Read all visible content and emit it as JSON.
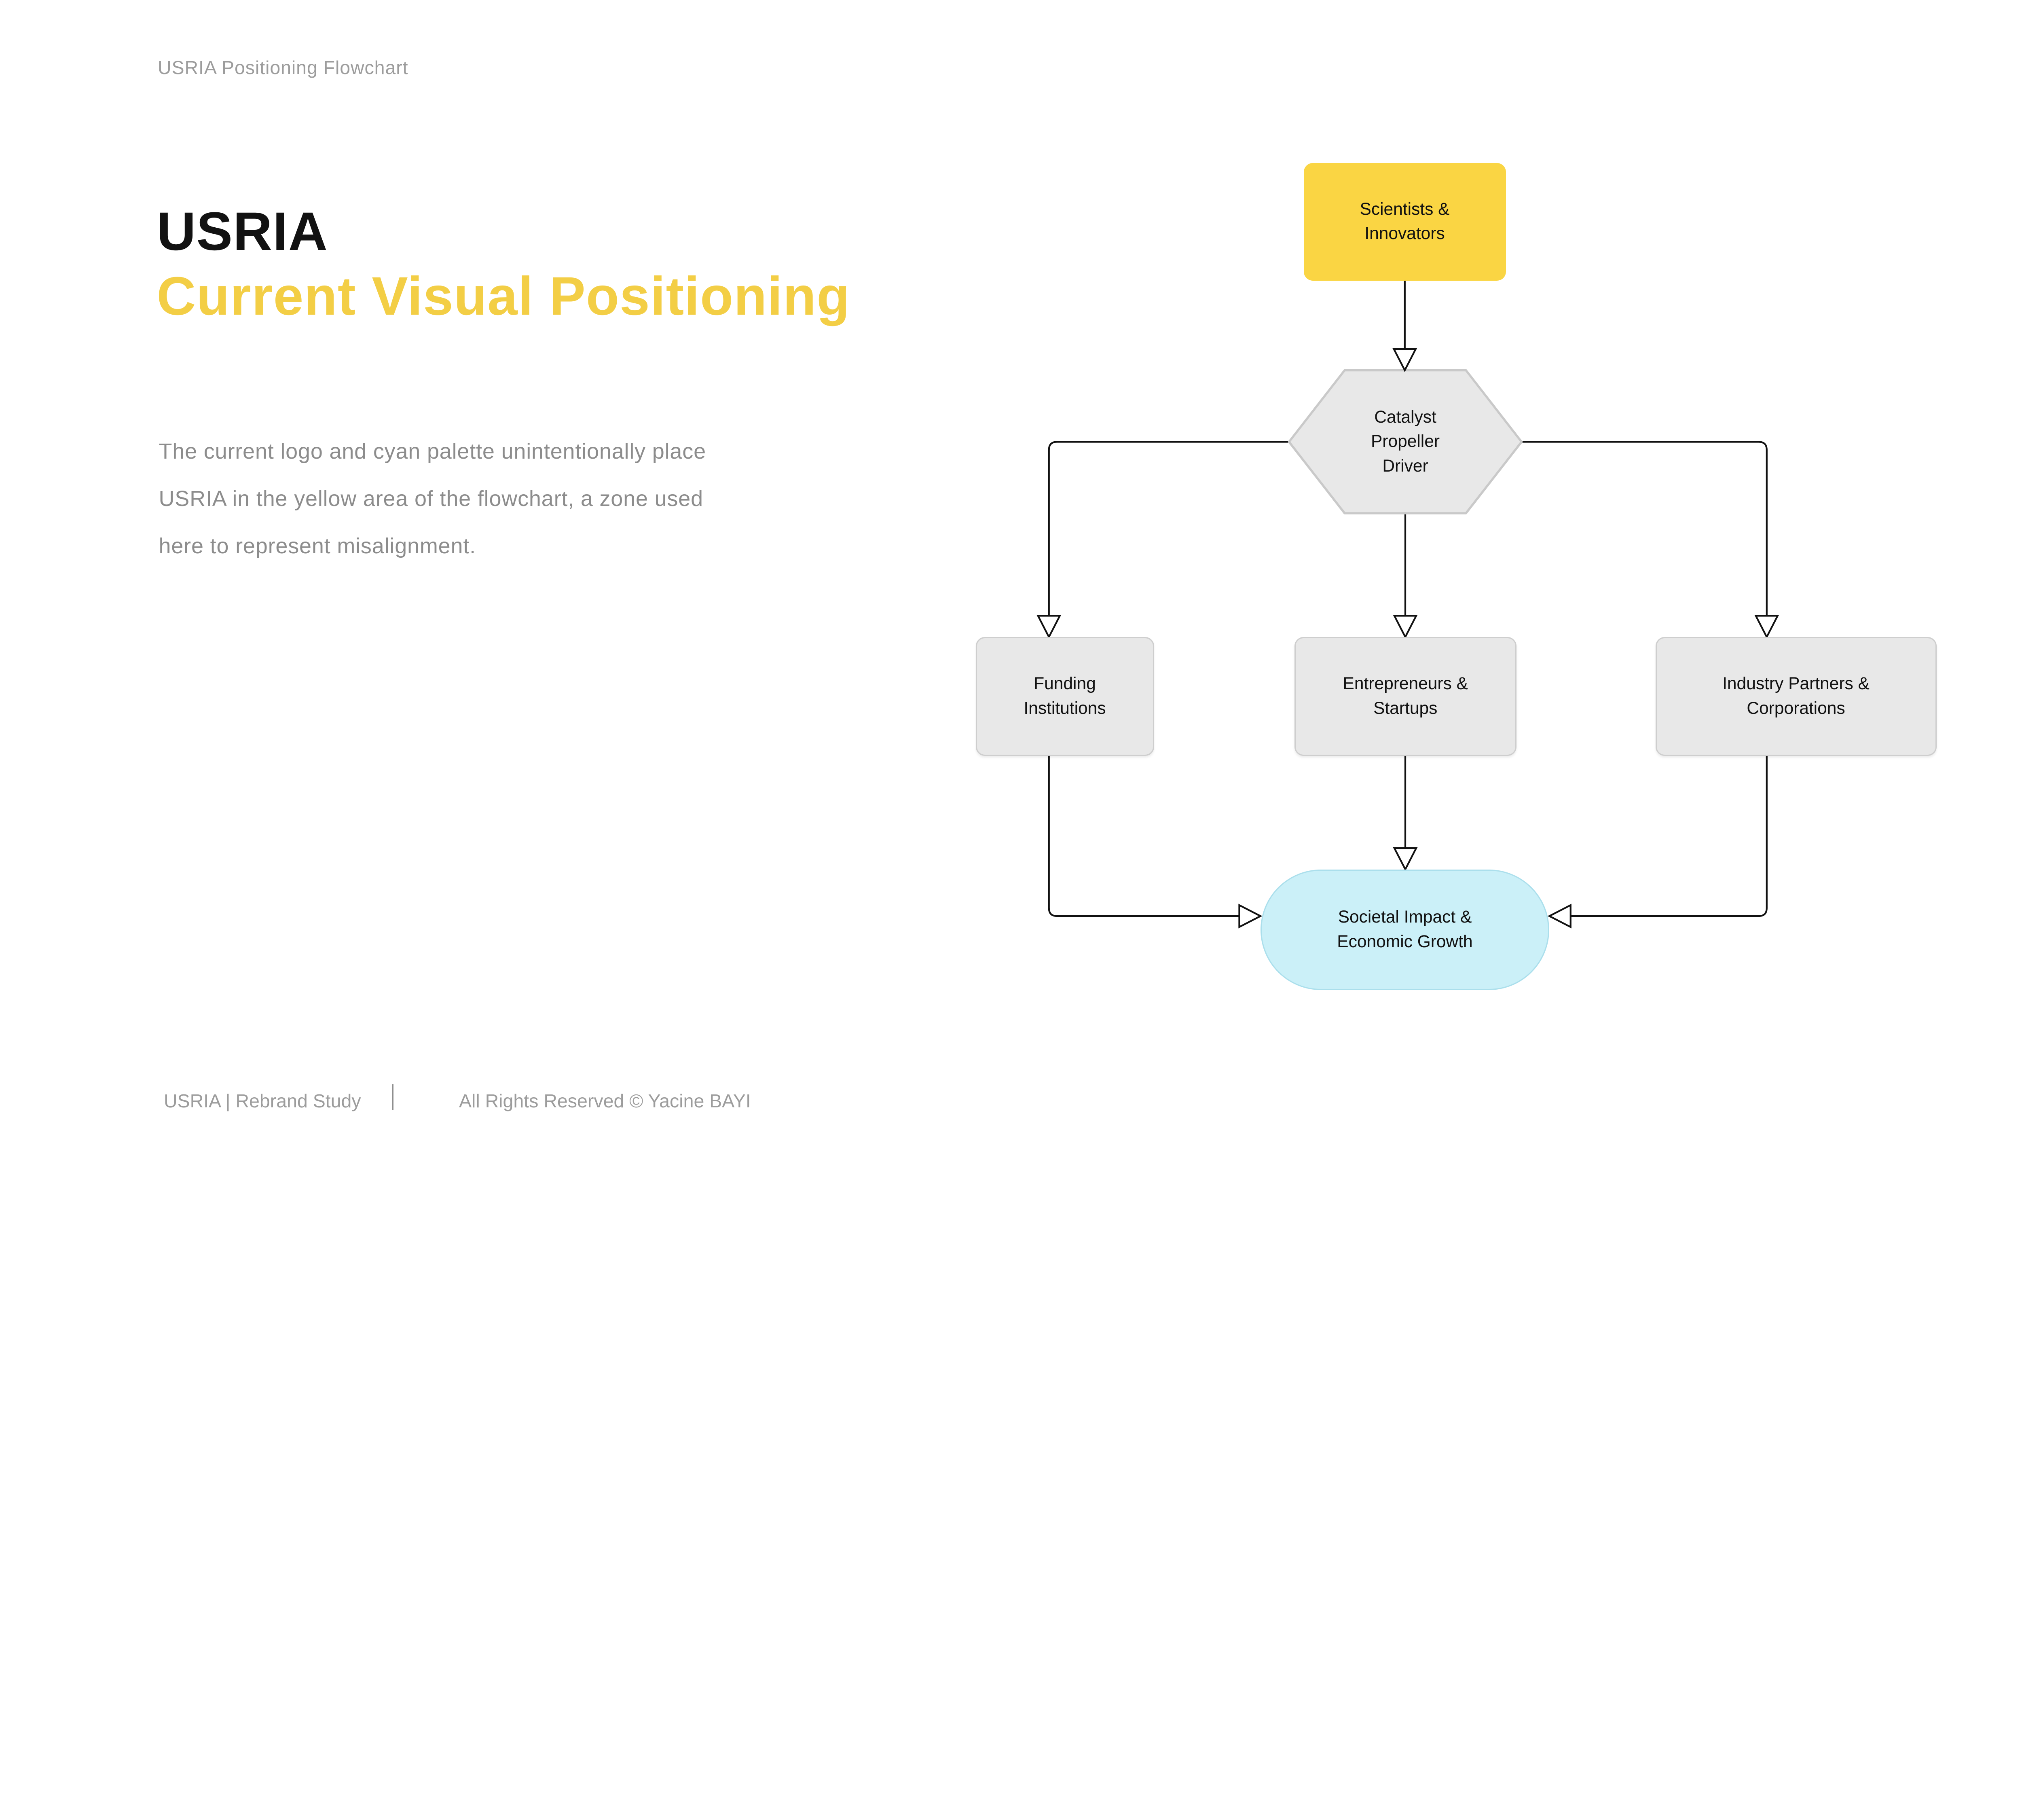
{
  "page": {
    "header": "USRIA Positioning Flowchart",
    "title_line1": "USRIA",
    "title_line2": "Current Visual Positioning",
    "body": "The current logo and cyan palette unintentionally place\nUSRIA in the yellow area of the flowchart, a zone used\nhere to represent misalignment.",
    "footer_left": "USRIA | Rebrand Study",
    "footer_right": "All Rights Reserved © Yacine BAYI"
  },
  "colors": {
    "title_black": "#121212",
    "title_yellow": "#F3CE45",
    "body_gray": "#8c8c8c",
    "meta_gray": "#9c9c9c",
    "node_yellow": "#FAD543",
    "node_gray": "#E8E8E8",
    "node_cyan": "#CBF0F8",
    "edge_black": "#111111"
  },
  "flowchart": {
    "nodes": {
      "scientists": {
        "shape": "rounded-rect",
        "fill": "#FAD543",
        "label": "Scientists &\nInnovators"
      },
      "catalyst": {
        "shape": "hexagon",
        "fill": "#E8E8E8",
        "label": "Catalyst\nPropeller\nDriver"
      },
      "funding": {
        "shape": "rounded-rect",
        "fill": "#E8E8E8",
        "label": "Funding\nInstitutions"
      },
      "entrepreneurs": {
        "shape": "rounded-rect",
        "fill": "#E8E8E8",
        "label": "Entrepreneurs &\nStartups"
      },
      "industry": {
        "shape": "rounded-rect",
        "fill": "#E8E8E8",
        "label": "Industry Partners &\nCorporations"
      },
      "impact": {
        "shape": "stadium",
        "fill": "#CBF0F8",
        "label": "Societal Impact &\nEconomic Growth"
      }
    },
    "edges": [
      {
        "from": "scientists",
        "to": "catalyst"
      },
      {
        "from": "catalyst",
        "to": "funding"
      },
      {
        "from": "catalyst",
        "to": "entrepreneurs"
      },
      {
        "from": "catalyst",
        "to": "industry"
      },
      {
        "from": "funding",
        "to": "impact"
      },
      {
        "from": "entrepreneurs",
        "to": "impact"
      },
      {
        "from": "industry",
        "to": "impact"
      }
    ]
  }
}
